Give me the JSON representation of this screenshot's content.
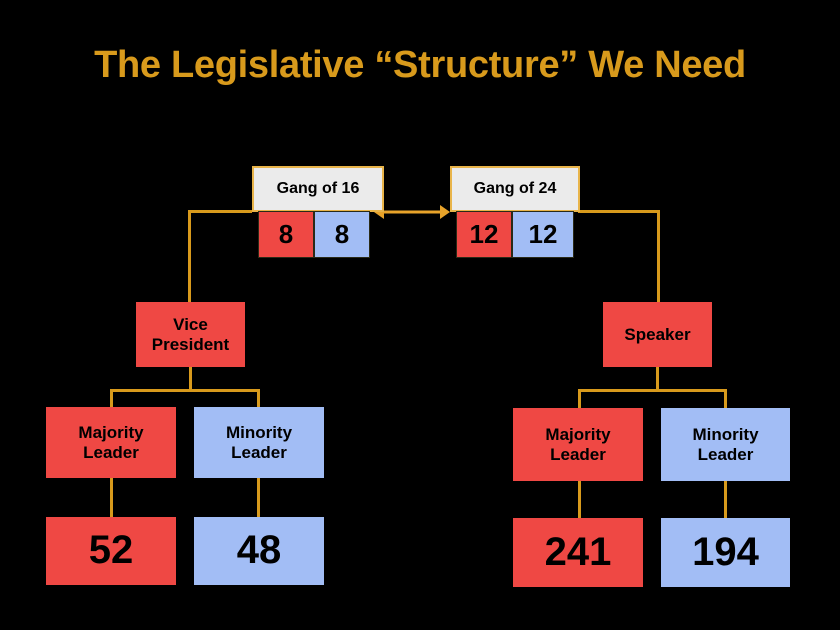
{
  "slide": {
    "title": "The Legislative “Structure” We Need",
    "background_color": "#000000",
    "title_color": "#d89a1c"
  },
  "colors": {
    "red": "#ef4844",
    "blue": "#a2bdf5",
    "connector": "#d89a1c",
    "gang_header_bg": "#ebebeb",
    "gang_header_border": "#e8b44a",
    "text": "#000000"
  },
  "gangs": [
    {
      "id": "gang-of-16",
      "header": "Gang of 16",
      "red_count": "8",
      "blue_count": "8"
    },
    {
      "id": "gang-of-24",
      "header": "Gang of 24",
      "red_count": "12",
      "blue_count": "12"
    }
  ],
  "arrow": {
    "name": "gang-link-arrow",
    "style": "double-headed-horizontal"
  },
  "chambers": [
    {
      "id": "senate",
      "presiding": "Vice\nPresident",
      "presiding_line1": "Vice",
      "presiding_line2": "President",
      "majority": {
        "label_line1": "Majority",
        "label_line2": "Leader",
        "count": "52"
      },
      "minority": {
        "label_line1": "Minority",
        "label_line2": "Leader",
        "count": "48"
      }
    },
    {
      "id": "house",
      "presiding": "Speaker",
      "presiding_line1": "Speaker",
      "presiding_line2": "",
      "majority": {
        "label_line1": "Majority",
        "label_line2": "Leader",
        "count": "241"
      },
      "minority": {
        "label_line1": "Minority",
        "label_line2": "Leader",
        "count": "194"
      }
    }
  ]
}
